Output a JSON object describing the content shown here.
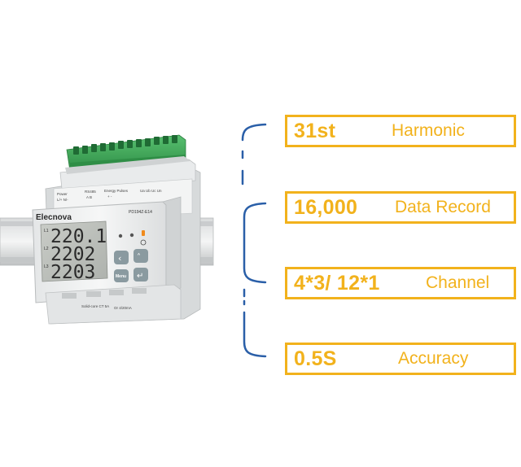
{
  "device": {
    "brand": "Elecnova",
    "model": "PD194Z-E14",
    "display_lines": [
      {
        "line": "L1",
        "value": "220.1"
      },
      {
        "line": "L2",
        "value": "2202"
      },
      {
        "line": "L3",
        "value": "2203"
      }
    ],
    "menu_button_label": "Menu",
    "terminal_labels": [
      "Power",
      "L/+",
      "N/-",
      "RS485",
      "A",
      "B",
      "Energy Pulses",
      "+",
      "-",
      "Ua",
      "Ub",
      "Uc",
      "Un"
    ],
    "ct_labels": [
      "Solid-core CT 5A",
      "Or 4/20mA"
    ],
    "colors": {
      "body": "#eceeef",
      "terminal_block": "#3fae5a",
      "button": "#8a9aa0",
      "power_led": "#f08a1c"
    }
  },
  "features": [
    {
      "value": "31st",
      "label": "Harmonic"
    },
    {
      "value": "16,000",
      "label": "Data Record"
    },
    {
      "value": "4*3/ 12*1",
      "label": "Channel"
    },
    {
      "value": "0.5S",
      "label": "Accuracy"
    }
  ],
  "colors": {
    "feature_accent": "#f2b21c",
    "bracket": "#2a5fa8"
  }
}
